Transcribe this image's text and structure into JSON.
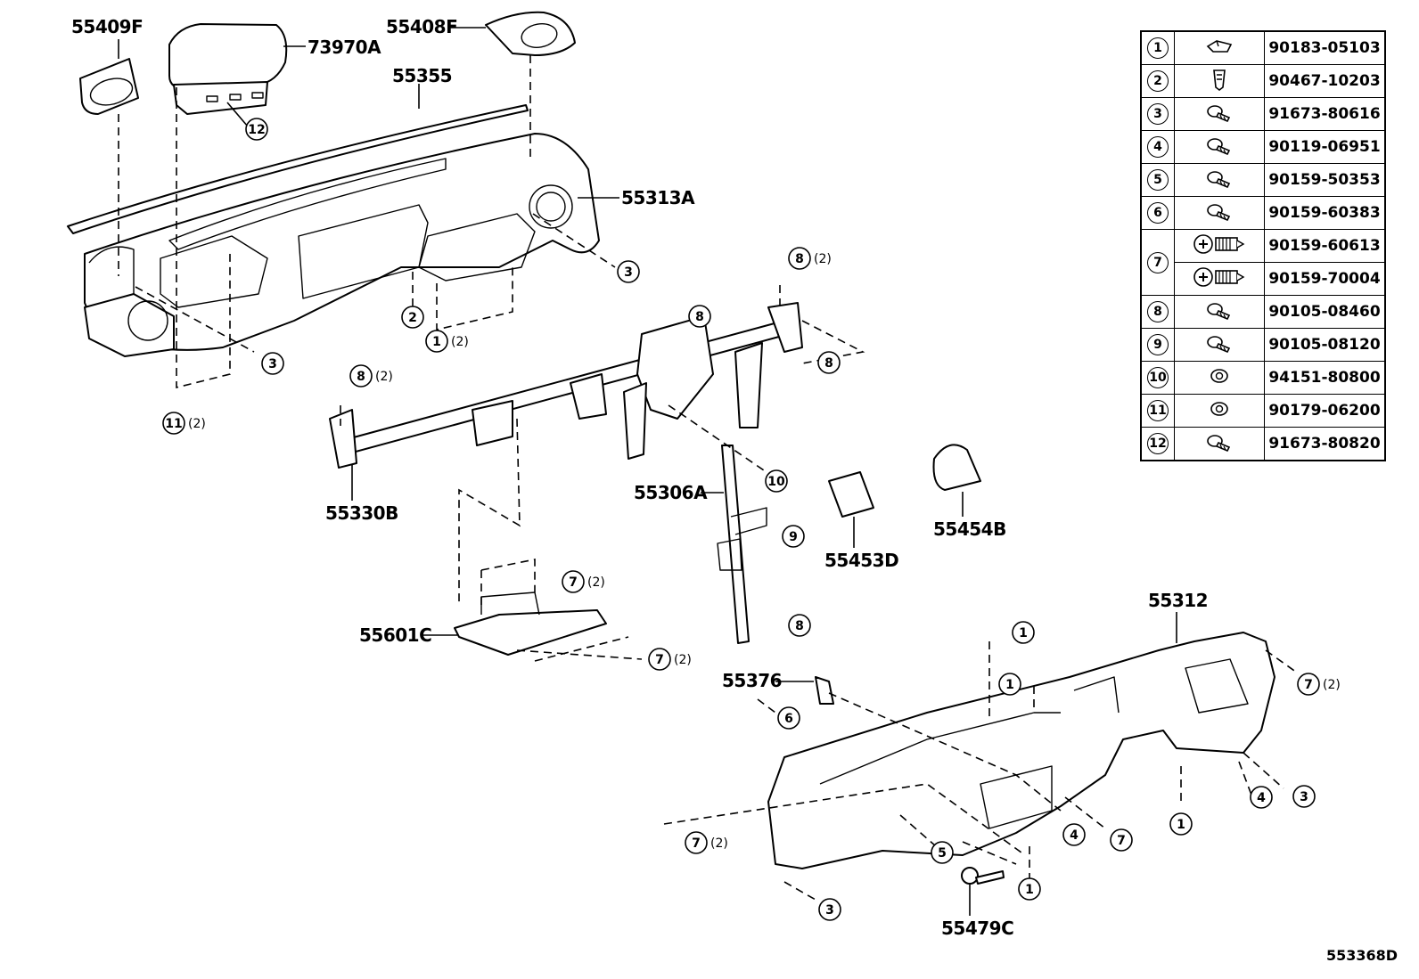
{
  "diagram_code": "553368D",
  "part_labels": {
    "p55409F": "55409F",
    "p55408F": "55408F",
    "p73970A": "73970A",
    "p55355": "55355",
    "p55313A": "55313A",
    "p55330B": "55330B",
    "p55306A": "55306A",
    "p55453D": "55453D",
    "p55454B": "55454B",
    "p55601C": "55601C",
    "p55376": "55376",
    "p55312": "55312",
    "p55479C": "55479C"
  },
  "qty_label": "(2)",
  "callouts": {
    "c1": "1",
    "c2": "2",
    "c3": "3",
    "c4": "4",
    "c5": "5",
    "c6": "6",
    "c7": "7",
    "c8": "8",
    "c9": "9",
    "c10": "10",
    "c11": "11",
    "c12": "12"
  },
  "fastener_table": [
    {
      "num": "1",
      "icon": "clip-nut-icon",
      "parts": [
        "90183-05103"
      ]
    },
    {
      "num": "2",
      "icon": "retainer-clip-icon",
      "parts": [
        "90467-10203"
      ]
    },
    {
      "num": "3",
      "icon": "flange-bolt-icon",
      "parts": [
        "91673-80616"
      ]
    },
    {
      "num": "4",
      "icon": "flange-bolt-icon",
      "parts": [
        "90119-06951"
      ]
    },
    {
      "num": "5",
      "icon": "flange-bolt-icon",
      "parts": [
        "90159-50353"
      ]
    },
    {
      "num": "6",
      "icon": "flange-bolt-icon",
      "parts": [
        "90159-60383"
      ]
    },
    {
      "num": "7",
      "icon": "screw-icon",
      "parts": [
        "90159-60613",
        "90159-70004"
      ]
    },
    {
      "num": "8",
      "icon": "flange-bolt-icon",
      "parts": [
        "90105-08460"
      ]
    },
    {
      "num": "9",
      "icon": "flange-bolt-icon",
      "parts": [
        "90105-08120"
      ]
    },
    {
      "num": "10",
      "icon": "flange-nut-icon",
      "parts": [
        "94151-80800"
      ]
    },
    {
      "num": "11",
      "icon": "flange-nut-icon",
      "parts": [
        "90179-06200"
      ]
    },
    {
      "num": "12",
      "icon": "flange-bolt-icon",
      "parts": [
        "91673-80820"
      ]
    }
  ]
}
